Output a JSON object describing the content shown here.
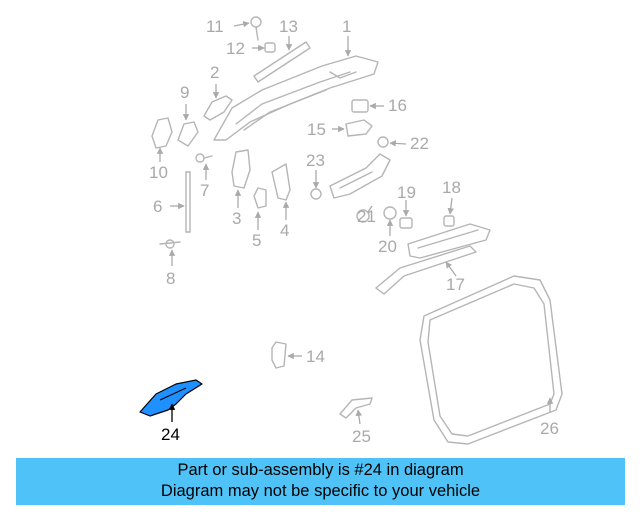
{
  "colors": {
    "banner_bg": "#4fc3f7",
    "highlight_part": "#1e90ff",
    "line_gray": "#b5b5b5",
    "label_gray": "#a9a9a9"
  },
  "callouts": {
    "c1": "1",
    "c2": "2",
    "c3": "3",
    "c4": "4",
    "c5": "5",
    "c6": "6",
    "c7": "7",
    "c8": "8",
    "c9": "9",
    "c10": "10",
    "c11": "11",
    "c12": "12",
    "c13": "13",
    "c14": "14",
    "c15": "15",
    "c16": "16",
    "c17": "17",
    "c18": "18",
    "c19": "19",
    "c20": "20",
    "c21": "21",
    "c22": "22",
    "c23": "23",
    "c24": "24",
    "c25": "25",
    "c26": "26"
  },
  "highlighted_part": "24",
  "banner": {
    "line1": "Part or sub-assembly is #24 in diagram",
    "line2": "Diagram may not be specific to your vehicle"
  }
}
